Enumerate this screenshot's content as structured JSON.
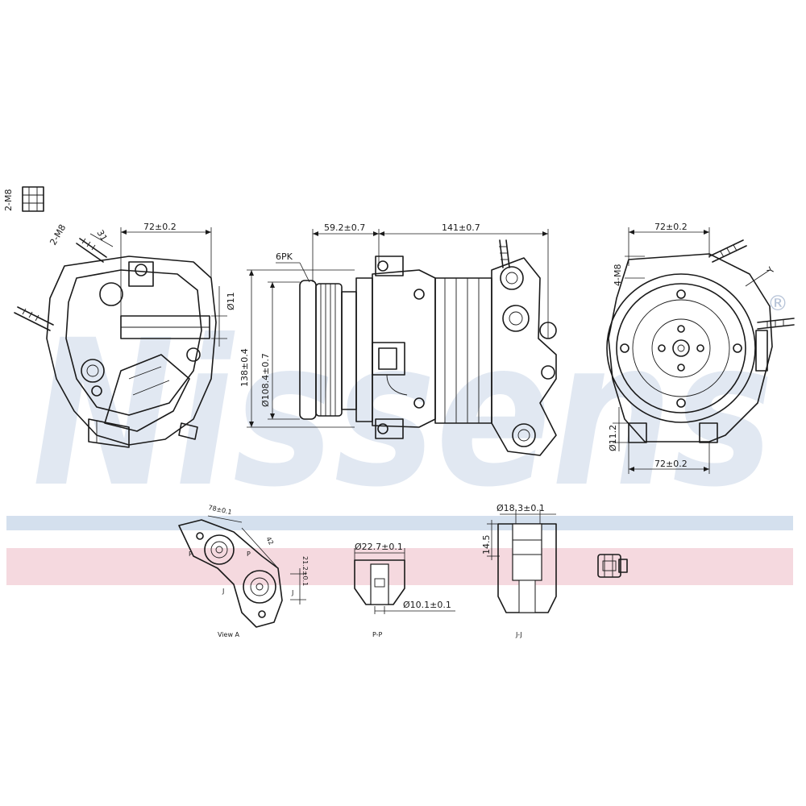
{
  "watermark": {
    "brand": "Nissens",
    "registered_mark": "®",
    "stripe_colors": {
      "blue": "#c9d8ea",
      "pink": "#f2cfd7"
    }
  },
  "views": {
    "side_left": {
      "callout_bolt_top": "2-M8",
      "callout_bolt": "2-M8",
      "dim_31": "31",
      "dim_width": "72±0.2",
      "dim_hole": "Ø11"
    },
    "front": {
      "dim_pulley_offset": "59.2±0.7",
      "dim_length": "141±0.7",
      "belt_label": "6PK",
      "dim_height": "138±0.4",
      "dim_pulley_dia": "Ø108.4±0.7"
    },
    "side_right": {
      "dim_width_top": "72±0.2",
      "dim_4_m8": "4-M8",
      "mark_y": "Y",
      "dim_hole": "Ø11.2",
      "dim_width_bottom": "72±0.2"
    },
    "view_a": {
      "dim_78": "78±0.1",
      "dim_42": "42",
      "dim_21": "21.2±0.1",
      "label_p": "P",
      "label_j": "J",
      "caption": "View A"
    },
    "section_p": {
      "dim_top": "Ø22.7±0.1",
      "dim_bottom": "Ø10.1±0.1",
      "caption": "P-P"
    },
    "section_j": {
      "dim_top": "Ø18.3±0.1",
      "dim_145": "14.5",
      "caption": "J-J"
    }
  }
}
